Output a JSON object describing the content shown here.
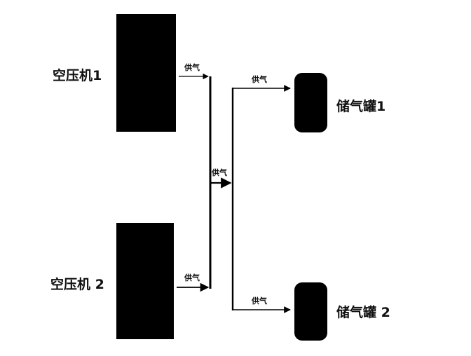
{
  "compressors": [
    {
      "label": "空压机1"
    },
    {
      "label": "空压机 2"
    }
  ],
  "tanks": [
    {
      "label": "储气罐1"
    },
    {
      "label": "储气罐 2"
    }
  ],
  "flow_labels": {
    "compressor1_out": "供气",
    "compressor2_out": "供气",
    "main_supply": "供气",
    "tank1_in": "供气",
    "tank2_in": "供气"
  },
  "colors": {
    "block": "#000000",
    "line": "#000000",
    "background": "#ffffff"
  }
}
